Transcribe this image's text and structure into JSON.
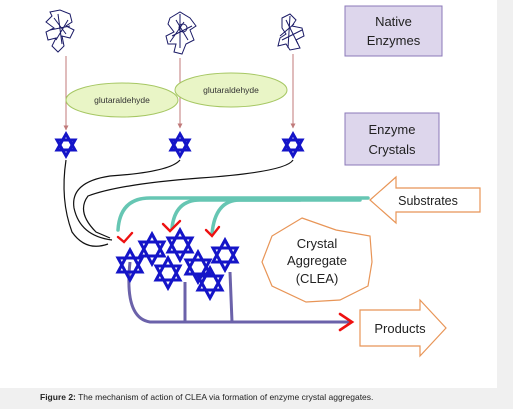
{
  "labels": {
    "native_enzymes": [
      "Native",
      "Enzymes"
    ],
    "glutaraldehyde_left": "glutaraldehyde",
    "glutaraldehyde_right": "glutaraldehyde",
    "enzyme_crystals": [
      "Enzyme",
      "Crystals"
    ],
    "substrates": "Substrates",
    "clea": [
      "Crystal",
      "Aggregate",
      "(CLEA)"
    ],
    "products": "Products"
  },
  "caption": {
    "prefix": "Figure 2:",
    "text": " The mechanism of action of CLEA via formation of enzyme crystal aggregates."
  },
  "colors": {
    "native_box": "#ddd6ec",
    "native_border": "#8b78b8",
    "glutaraldehyde_fill": "#e9f5c6",
    "glutaraldehyde_border": "#a6c763",
    "star": "#1414c8",
    "teal": "#66c6b3",
    "link": "#6b62aa",
    "arrow_outline": "#e89557",
    "red_tick": "#ee1111",
    "pink_line": "#c07a7a"
  }
}
